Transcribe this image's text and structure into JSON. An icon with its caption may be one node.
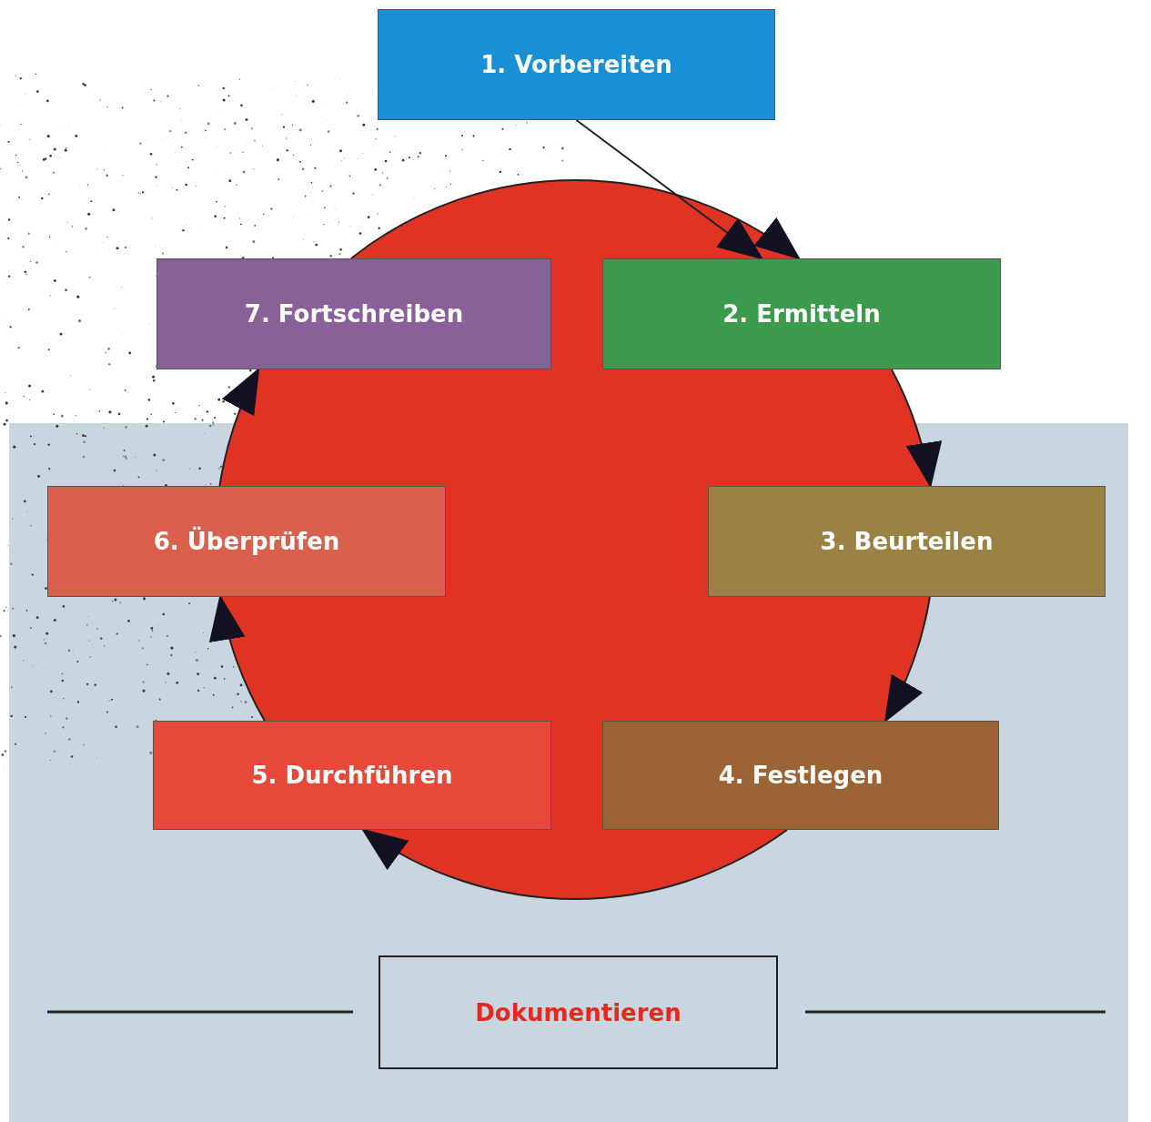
{
  "diagram": {
    "nodes": [
      {
        "text": [
          "1. Vorbereiten"
        ]
      },
      {
        "text": [
          "2. Ermitteln"
        ]
      },
      {
        "text": [
          "3. Beurteilen"
        ]
      },
      {
        "text": [
          "4. Festlegen"
        ]
      },
      {
        "text": [
          "5. Durchführen"
        ]
      },
      {
        "text": [
          "6. Überprüfen"
        ]
      },
      {
        "text": [
          "7. Fortschreiben"
        ]
      },
      {
        "text": [
          "Dokumentieren"
        ]
      }
    ],
    "edges": [
      {
        "from": 0,
        "to": 1,
        "arrow": "to"
      },
      {
        "from": 1,
        "to": 2,
        "arrow": "to"
      },
      {
        "from": 2,
        "to": 3,
        "arrow": "to"
      },
      {
        "from": 3,
        "to": 4,
        "arrow": "to"
      },
      {
        "from": 4,
        "to": 5,
        "arrow": "to"
      },
      {
        "from": 5,
        "to": 6,
        "arrow": "to"
      },
      {
        "from": 6,
        "to": 1,
        "arrow": "to"
      }
    ]
  }
}
